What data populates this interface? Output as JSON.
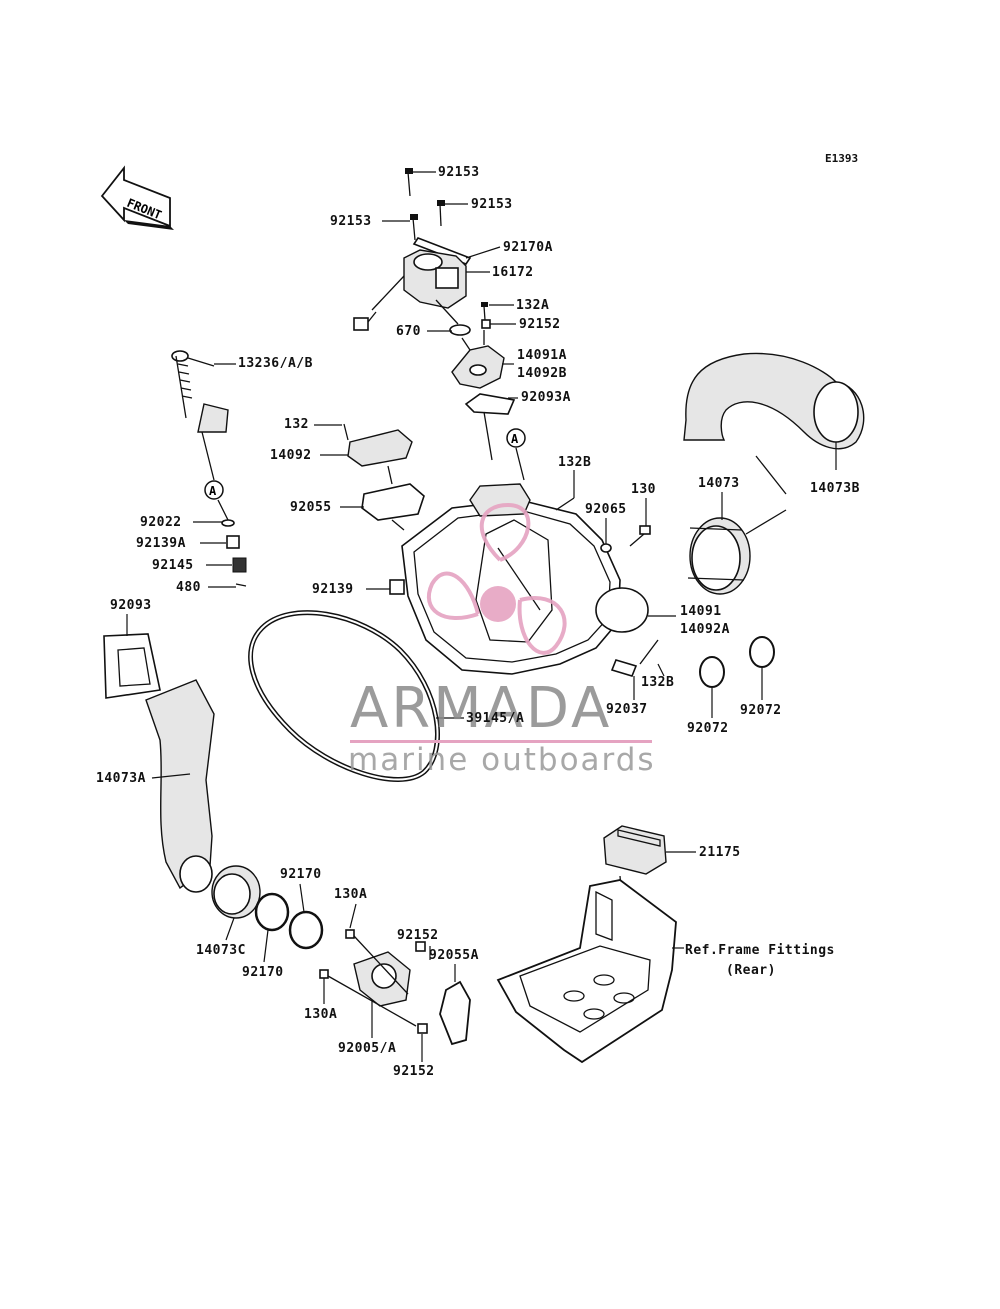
{
  "diagram_code": "E1393",
  "front_marker": "FRONT",
  "ref_marker": "A",
  "watermark": {
    "brand": "ARMADA",
    "tagline": "marine outboards",
    "accent_color": "#e5a3c1"
  },
  "labels": {
    "p92153_top": "92153",
    "p92153_left": "92153",
    "p92153_right": "92153",
    "p92170A": "92170A",
    "p16172": "16172",
    "p132A": "132A",
    "p92152_top": "92152",
    "p670": "670",
    "p14091A": "14091A",
    "p14092B": "14092B",
    "p92093A": "92093A",
    "p13236": "13236/A/B",
    "p132": "132",
    "p14092": "14092",
    "p132B_top": "132B",
    "p130": "130",
    "p92065": "92065",
    "p14073": "14073",
    "p14073B": "14073B",
    "p92055": "92055",
    "p92022": "92022",
    "p92139A": "92139A",
    "p92145": "92145",
    "p480": "480",
    "p92139": "92139",
    "p14091": "14091",
    "p14092A": "14092A",
    "p92093": "92093",
    "p132B_bottom": "132B",
    "p92037": "92037",
    "p39145": "39145/A",
    "p92072_left": "92072",
    "p92072_right": "92072",
    "p14073A": "14073A",
    "p21175": "21175",
    "p92170_top": "92170",
    "p130A_top": "130A",
    "p92152_mid": "92152",
    "p92055A": "92055A",
    "p14073C": "14073C",
    "p92170_bottom": "92170",
    "p130A_bottom": "130A",
    "p92005": "92005/A",
    "p92152_bottom": "92152",
    "ref_frame_line1": "Ref.Frame Fittings",
    "ref_frame_line2": "(Rear)"
  }
}
